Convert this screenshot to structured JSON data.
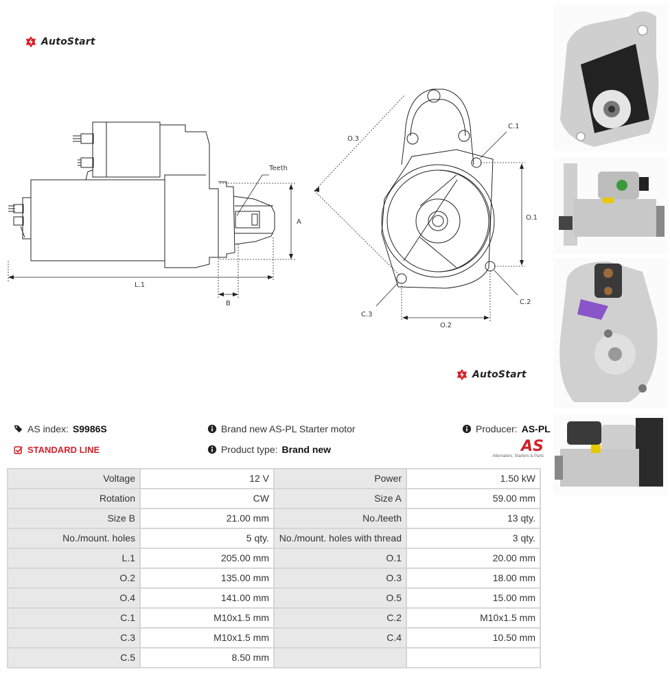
{
  "brand": {
    "logo_text": "AutoStart",
    "accent": "#d4202a"
  },
  "drawing": {
    "labels": {
      "teeth": "Teeth",
      "a": "A",
      "l1": "L.1",
      "b": "B",
      "o3": "O.3",
      "c1": "C.1",
      "o1": "O.1",
      "c3": "C.3",
      "c2": "C.2",
      "o2": "O.2"
    }
  },
  "header": {
    "as_index_label": "AS index:",
    "as_index_value": "S9986S",
    "standard_line": "STANDARD LINE",
    "description": "Brand new AS-PL Starter motor",
    "product_type_label": "Product type:",
    "product_type_value": "Brand new",
    "producer_label": "Producer:",
    "producer_value": "AS-PL",
    "producer_logo_text": "AS",
    "producer_logo_tagline": "Alternators, Starters & Parts"
  },
  "specs": [
    [
      "Voltage",
      "12 V",
      "Power",
      "1.50 kW"
    ],
    [
      "Rotation",
      "CW",
      "Size A",
      "59.00 mm"
    ],
    [
      "Size B",
      "21.00 mm",
      "No./teeth",
      "13 qty."
    ],
    [
      "No./mount. holes",
      "5 qty.",
      "No./mount. holes with thread",
      "3 qty."
    ],
    [
      "L.1",
      "205.00 mm",
      "O.1",
      "20.00 mm"
    ],
    [
      "O.2",
      "135.00 mm",
      "O.3",
      "18.00 mm"
    ],
    [
      "O.4",
      "141.00 mm",
      "O.5",
      "15.00 mm"
    ],
    [
      "C.1",
      "M10x1.5 mm",
      "C.2",
      "M10x1.5 mm"
    ],
    [
      "C.3",
      "M10x1.5 mm",
      "C.4",
      "10.50 mm"
    ],
    [
      "C.5",
      "8.50 mm",
      "",
      ""
    ]
  ]
}
